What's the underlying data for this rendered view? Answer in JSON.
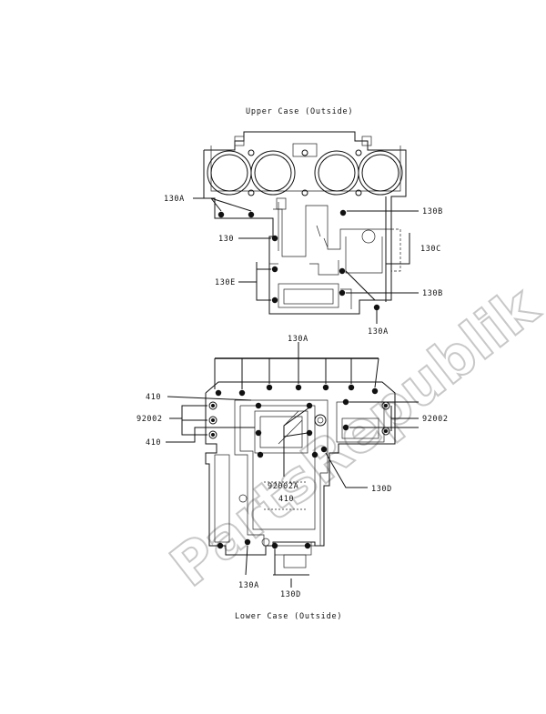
{
  "titles": {
    "upper": "Upper Case (Outside)",
    "lower": "Lower Case (Outside)"
  },
  "watermark": "PartsRepublik",
  "labels": {
    "u_130A_left": "130A",
    "u_130B_top": "130B",
    "u_130": "130",
    "u_130C": "130C",
    "u_130E": "130E",
    "u_130B_mid": "130B",
    "u_130A_bottom": "130A",
    "l_130A_top": "130A",
    "l_410_top": "410",
    "l_92002_left": "92002",
    "l_410_left": "410",
    "l_92002_right": "92002",
    "l_92002A": "92002A",
    "l_410_mid": "410",
    "l_130D_right": "130D",
    "l_130A_bottom": "130A",
    "l_130D_bottom": "130D"
  },
  "colors": {
    "ink": "#111111",
    "watermark": "#c8c8c8",
    "background": "#ffffff"
  }
}
